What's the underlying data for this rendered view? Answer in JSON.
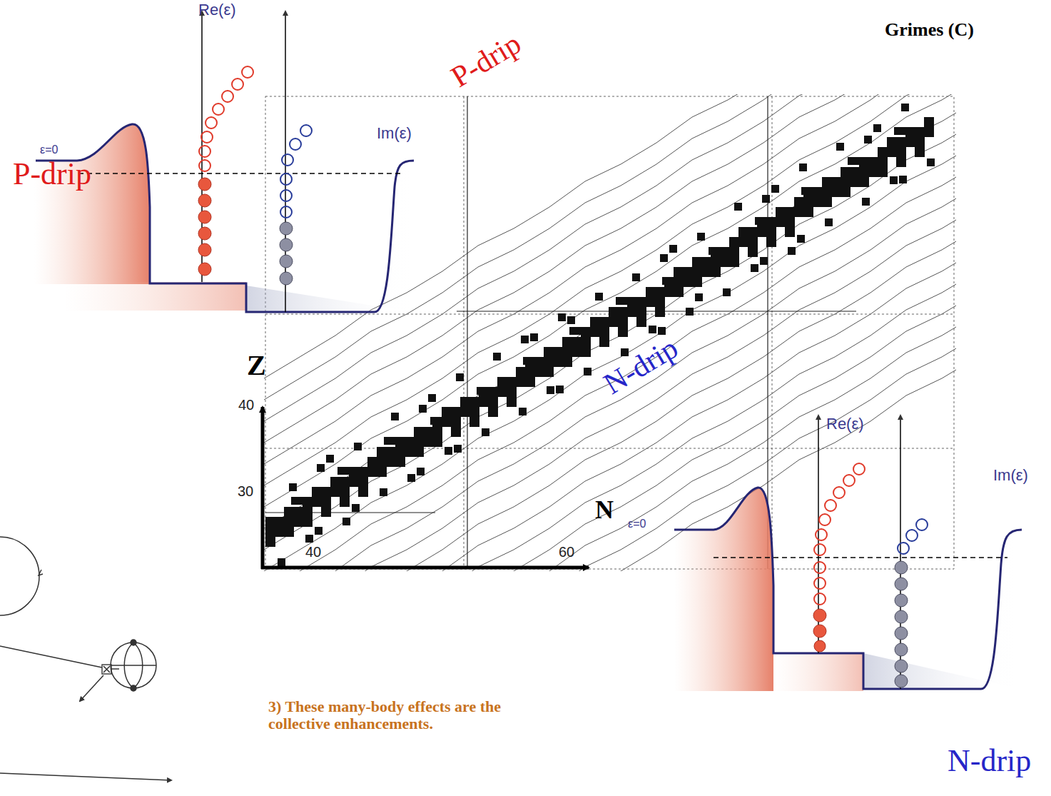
{
  "diagram": {
    "labels": [
      "Grimes (C)",
      "Re(ε)",
      "Im(ε)",
      "ε=0",
      "P-drip",
      "P-drip",
      "N-drip",
      "Z",
      "40",
      "30",
      "N",
      "40",
      "60",
      "Re(ε)",
      "Im(ε)",
      "ε=0",
      "3) These many-body effects are the collective enhancements.",
      "N-drip"
    ]
  }
}
